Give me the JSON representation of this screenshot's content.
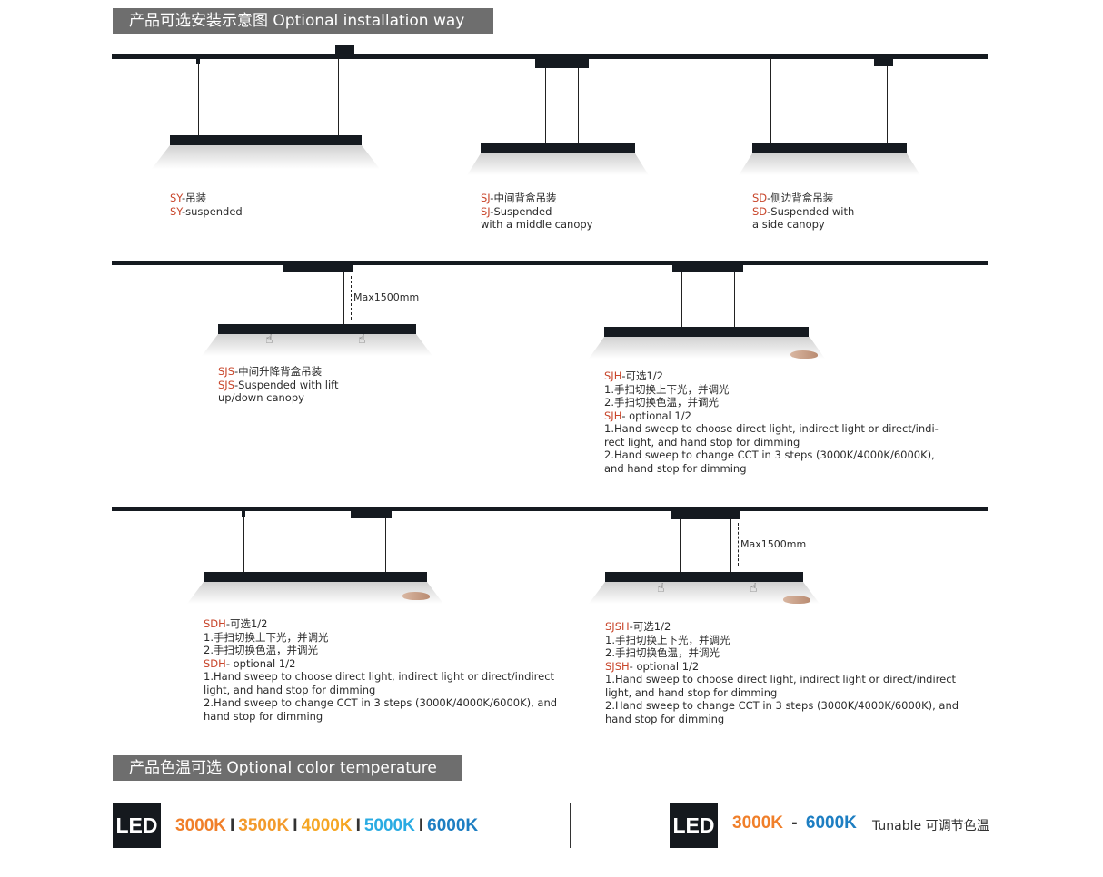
{
  "headers": {
    "installation": "产品可选安装示意图 Optional installation way",
    "color_temperature": "产品色温可选 Optional color temperature"
  },
  "items": {
    "sy": {
      "code1": "SY",
      "l1": "-吊装",
      "code2": "SY",
      "l2": "-suspended"
    },
    "sj": {
      "code1": "SJ",
      "l1": "-中间背盒吊装",
      "code2": "SJ",
      "l2": "-Suspended",
      "l3": "with a middle canopy"
    },
    "sd": {
      "code1": "SD",
      "l1": "-侧边背盒吊装",
      "code2": "SD",
      "l2": "-Suspended with",
      "l3": "a side canopy"
    },
    "sjs": {
      "code1": "SJS",
      "l1": "-中间升降背盒吊装",
      "code2": "SJS",
      "l2": "-Suspended with lift",
      "l3": "up/down canopy"
    },
    "sjh": {
      "code1": "SJH",
      "l1": "-可选1/2",
      "l2": "1.手扫切换上下光，并调光",
      "l3": "2.手扫切换色温，并调光",
      "code2": "SJH",
      "l4": "- optional 1/2",
      "l5": "1.Hand sweep to choose direct light, indirect light or direct/indi-",
      "l6": "rect light, and hand stop for dimming",
      "l7": "2.Hand sweep to change CCT in 3 steps (3000K/4000K/6000K),",
      "l8": "and hand stop for dimming"
    },
    "sdh": {
      "code1": "SDH",
      "l1": "-可选1/2",
      "l2": "1.手扫切换上下光，并调光",
      "l3": "2.手扫切换色温，并调光",
      "code2": "SDH",
      "l4": "- optional 1/2",
      "l5": "1.Hand sweep to choose direct light, indirect light or direct/indirect",
      "l6": "light, and hand stop for dimming",
      "l7": "2.Hand sweep to change CCT in 3 steps (3000K/4000K/6000K), and",
      "l8": "hand stop for dimming"
    },
    "sjsh": {
      "code1": "SJSH",
      "l1": "-可选1/2",
      "l2": "1.手扫切换上下光，并调光",
      "l3": "2.手扫切换色温，并调光",
      "code2": "SJSH",
      "l4": "- optional 1/2",
      "l5": "1.Hand sweep to choose direct light, indirect light or direct/indirect",
      "l6": "light, and hand stop for dimming",
      "l7": "2.Hand sweep to change CCT in 3 steps (3000K/4000K/6000K), and",
      "l8": "hand stop for dimming"
    }
  },
  "dimension_label": "Max1500mm",
  "led": {
    "badge": "LED",
    "temps": [
      {
        "label": "3000K",
        "color": "#f07f2a"
      },
      {
        "label": "3500K",
        "color": "#f29a2b"
      },
      {
        "label": "4000K",
        "color": "#f5a623"
      },
      {
        "label": "5000K",
        "color": "#29abe2"
      },
      {
        "label": "6000K",
        "color": "#1d7ec2"
      }
    ],
    "separator": "I",
    "tunable_from": {
      "label": "3000K",
      "color": "#f07f2a"
    },
    "tunable_dash": "-",
    "tunable_to": {
      "label": "6000K",
      "color": "#1d7ec2"
    },
    "tunable_text": "Tunable 可调节色温"
  }
}
